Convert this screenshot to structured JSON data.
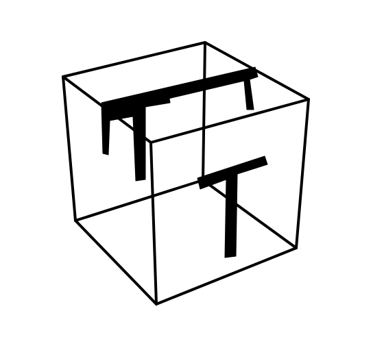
{
  "figure": {
    "description_kind": "wireframe-cube",
    "stroke_color": "#000000",
    "background_color": "#ffffff",
    "letters": [
      {
        "id": "front-face-letter",
        "glyph": "T"
      },
      {
        "id": "back-face-letter",
        "glyph": "T"
      },
      {
        "id": "left-face-letter",
        "glyph": "T"
      }
    ]
  }
}
